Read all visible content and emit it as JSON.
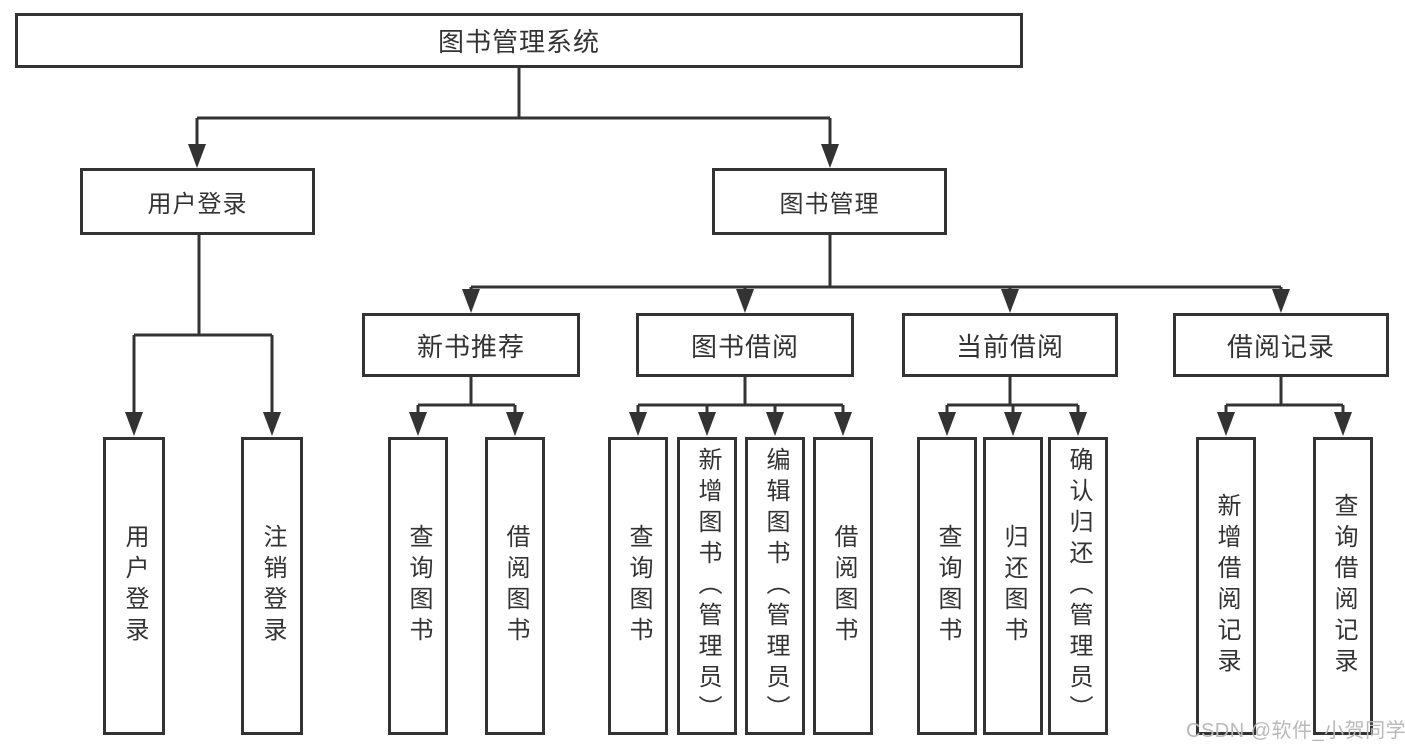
{
  "diagram": {
    "title": "图书管理系统",
    "root": {
      "label": "图书管理系统"
    },
    "level2": [
      {
        "label": "用户登录"
      },
      {
        "label": "图书管理"
      }
    ],
    "level3": [
      {
        "label": "新书推荐"
      },
      {
        "label": "图书借阅"
      },
      {
        "label": "当前借阅"
      },
      {
        "label": "借阅记录"
      }
    ],
    "leaves": {
      "user_login": [
        {
          "label": "用户登录"
        },
        {
          "label": "注销登录"
        }
      ],
      "new_book": [
        {
          "label": "查询图书"
        },
        {
          "label": "借阅图书"
        }
      ],
      "book_borrow": [
        {
          "label": "查询图书"
        },
        {
          "label": "新增图书（管理员）"
        },
        {
          "label": "编辑图书（管理员）"
        },
        {
          "label": "借阅图书"
        }
      ],
      "current_borrow": [
        {
          "label": "查询图书"
        },
        {
          "label": "归还图书"
        },
        {
          "label": "确认归还（管理员）"
        }
      ],
      "borrow_record": [
        {
          "label": "新增借阅记录"
        },
        {
          "label": "查询借阅记录"
        }
      ]
    }
  },
  "watermark": {
    "text": "CSDN @软件_小贺同学"
  },
  "colors": {
    "line": "#333333",
    "text": "#333333",
    "watermark": "#b9b9b9",
    "background": "#ffffff"
  }
}
